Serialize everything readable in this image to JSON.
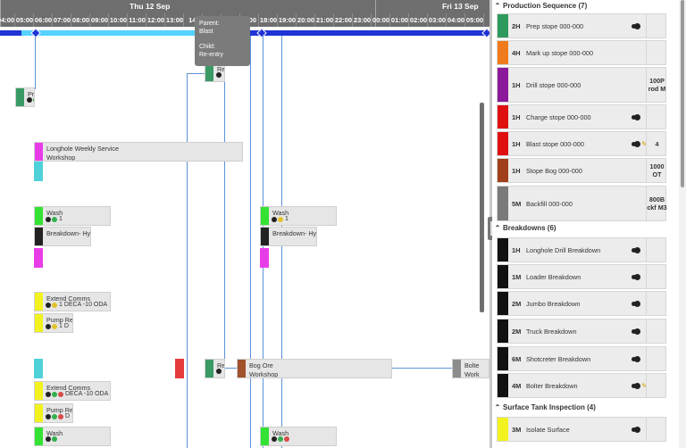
{
  "timeline": {
    "days": [
      "Thu 12 Sep",
      "Fri 13 Sep"
    ],
    "hours": [
      "04:00",
      "05:00",
      "06:00",
      "07:00",
      "08:00",
      "09:00",
      "10:00",
      "11:00",
      "12:00",
      "13:00",
      "14:",
      "",
      "",
      "7:00",
      "18:00",
      "19:00",
      "20:00",
      "21:00",
      "22:00",
      "23:00",
      "00:00",
      "01:00",
      "02:00",
      "03:00",
      "04:00",
      "05:00"
    ]
  },
  "tooltip": {
    "parent_label": "Parent:",
    "parent_value": "Blast",
    "child_label": "Child:",
    "child_value": "Re-entry"
  },
  "gantt_tasks": [
    {
      "id": "re1",
      "label": "Re",
      "color": "#3a9a66",
      "dots": [
        "k"
      ],
      "extra": ""
    },
    {
      "id": "pr",
      "label": "Pr",
      "color": "#3a9a66",
      "dots": [
        "k",
        "g"
      ],
      "extra": ""
    },
    {
      "id": "longhole",
      "label": "Longhole Weekly Service",
      "sub": "Workshop",
      "color": "#e93ce9",
      "dots": [],
      "extra": ""
    },
    {
      "id": "cyan1",
      "label": "",
      "color": "#4fd1d9",
      "dots": [],
      "extra": ""
    },
    {
      "id": "wash1",
      "label": "Wash",
      "color": "#33e233",
      "dots": [
        "k",
        "g"
      ],
      "extra": "1"
    },
    {
      "id": "brk1",
      "label": "Breakdown- Hy",
      "color": "#222222",
      "dots": [],
      "extra": ""
    },
    {
      "id": "mag1",
      "label": "",
      "color": "#e93ce9",
      "dots": [],
      "extra": ""
    },
    {
      "id": "wash2",
      "label": "Wash",
      "color": "#33e233",
      "dots": [
        "k",
        "y"
      ],
      "extra": "1"
    },
    {
      "id": "brk2",
      "label": "Breakdown- Hy",
      "color": "#222222",
      "dots": [],
      "extra": ""
    },
    {
      "id": "mag2",
      "label": "",
      "color": "#e93ce9",
      "dots": [],
      "extra": ""
    },
    {
      "id": "ext1",
      "label": "Extend Comms",
      "color": "#f2f21e",
      "dots": [
        "k",
        "y"
      ],
      "extra": "1 DECA -10 ODA"
    },
    {
      "id": "pump1",
      "label": "Pump Re",
      "color": "#f2f21e",
      "dots": [
        "k",
        "y"
      ],
      "extra": "1 D"
    },
    {
      "id": "cyan2",
      "label": "",
      "color": "#4fd1d9",
      "dots": [],
      "extra": ""
    },
    {
      "id": "red1",
      "label": "",
      "color": "#e83b3b",
      "dots": [],
      "extra": ""
    },
    {
      "id": "re2",
      "label": "Re",
      "color": "#3a9a66",
      "dots": [
        "k"
      ],
      "extra": ""
    },
    {
      "id": "bog",
      "label": "Bog Ore",
      "sub": "Workshop",
      "color": "#a0522d",
      "dots": [],
      "extra": ""
    },
    {
      "id": "bolt",
      "label": "Bolte",
      "sub": "Work",
      "color": "#8c8c8c",
      "dots": [],
      "extra": ""
    },
    {
      "id": "ext2",
      "label": "Extend Comms",
      "color": "#f2f21e",
      "dots": [
        "k",
        "g",
        "r"
      ],
      "extra": "DECA -10 ODA"
    },
    {
      "id": "pump2",
      "label": "Pump Re",
      "color": "#f2f21e",
      "dots": [
        "k",
        "g",
        "r"
      ],
      "extra": "D"
    },
    {
      "id": "wash3",
      "label": "Wash",
      "color": "#33e233",
      "dots": [
        "k",
        "g"
      ],
      "extra": ""
    },
    {
      "id": "wash4",
      "label": "Wash",
      "color": "#33e233",
      "dots": [
        "k",
        "g",
        "r"
      ],
      "extra": ""
    }
  ],
  "sidebar": {
    "sections": [
      {
        "title": "Production Sequence (7)",
        "items": [
          {
            "dur": "2H",
            "name": "Prep stope 000-000",
            "color": "#2e9a5e",
            "toggle": true,
            "pen": false,
            "qty": ""
          },
          {
            "dur": "4H",
            "name": "Mark up stope 000-000",
            "color": "#f07b1c",
            "toggle": false,
            "pen": false,
            "qty": ""
          },
          {
            "dur": "1H",
            "name": "Drill stope 000-000",
            "color": "#8a1a9a",
            "toggle": false,
            "pen": false,
            "qty": "100P rod M"
          },
          {
            "dur": "1H",
            "name": "Charge stope 000-000",
            "color": "#e01010",
            "toggle": true,
            "pen": false,
            "qty": ""
          },
          {
            "dur": "1H",
            "name": "Blast stope 000-000",
            "color": "#e01010",
            "toggle": true,
            "pen": true,
            "qty": "4"
          },
          {
            "dur": "1H",
            "name": "Stope Bog 000-000",
            "color": "#a0401a",
            "toggle": false,
            "pen": false,
            "qty": "1000 OT"
          },
          {
            "dur": "5M",
            "name": "Backfill 000-000",
            "color": "#7a7a7a",
            "toggle": false,
            "pen": false,
            "qty": "800B ckf M3"
          }
        ]
      },
      {
        "title": "Breakdowns (6)",
        "items": [
          {
            "dur": "1H",
            "name": "Longhole Drill Breakdown",
            "color": "#111111",
            "toggle": true,
            "pen": false,
            "qty": ""
          },
          {
            "dur": "1M",
            "name": "Loader Breakdown",
            "color": "#111111",
            "toggle": true,
            "pen": false,
            "qty": ""
          },
          {
            "dur": "2M",
            "name": "Jumbo Breakdown",
            "color": "#111111",
            "toggle": true,
            "pen": false,
            "qty": ""
          },
          {
            "dur": "2M",
            "name": "Truck Breakdown",
            "color": "#111111",
            "toggle": true,
            "pen": false,
            "qty": ""
          },
          {
            "dur": "6M",
            "name": "Shotcreter Breakdown",
            "color": "#111111",
            "toggle": true,
            "pen": false,
            "qty": ""
          },
          {
            "dur": "4M",
            "name": "Bolter Breakdown",
            "color": "#111111",
            "toggle": true,
            "pen": true,
            "qty": ""
          }
        ]
      },
      {
        "title": "Surface Tank Inspection (4)",
        "items": [
          {
            "dur": "3M",
            "name": "Isolate Surface",
            "color": "#f2f21e",
            "toggle": true,
            "pen": false,
            "qty": ""
          }
        ]
      }
    ]
  },
  "icons": {
    "chevron": "chevron-up-icon",
    "toggle": "toggle-icon",
    "edit": "pencil-icon"
  }
}
